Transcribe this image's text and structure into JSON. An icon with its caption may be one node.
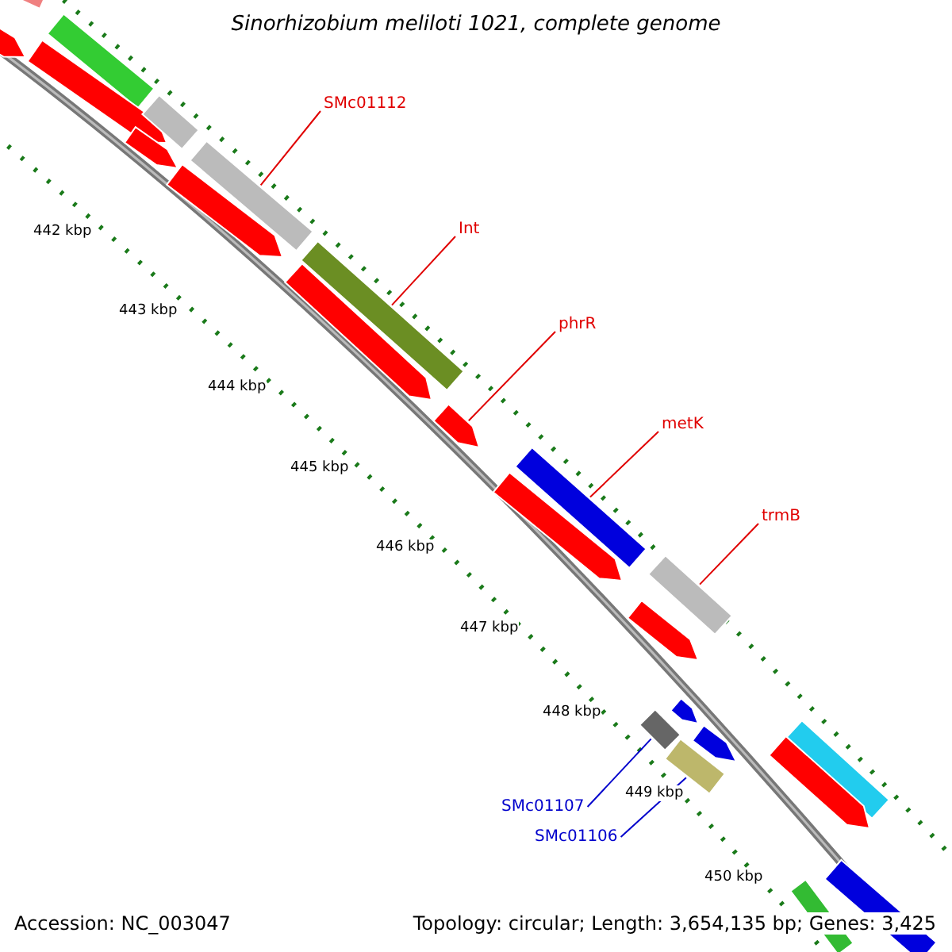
{
  "diagram": {
    "title": "Sinorhizobium meliloti 1021, complete genome",
    "nodes": [
      {
        "text": [
          "SMc01112"
        ]
      },
      {
        "text": [],
        "shape": "bar"
      },
      {
        "text": [
          "Int"
        ]
      },
      {
        "text": [],
        "shape": "bar"
      },
      {
        "text": [
          "phrR"
        ]
      },
      {
        "text": [],
        "shape": "bar"
      },
      {
        "text": [
          "metK"
        ]
      },
      {
        "text": [],
        "shape": "bar"
      },
      {
        "text": [
          "trmB"
        ]
      },
      {
        "text": [],
        "shape": "bar"
      },
      {
        "text": [
          "SMc01107"
        ]
      },
      {
        "text": [],
        "shape": "bar"
      },
      {
        "text": [
          "SMc01106"
        ]
      },
      {
        "text": [],
        "shape": "bar"
      },
      {
        "text": [],
        "shape": "bar"
      },
      {
        "text": [],
        "shape": "bar"
      },
      {
        "text": [],
        "shape": "bar"
      },
      {
        "text": [],
        "shape": "bar"
      },
      {
        "text": [],
        "shape": "bar"
      },
      {
        "text": [],
        "shape": "bar"
      },
      {
        "text": [],
        "shape": "bar"
      },
      {
        "text": [],
        "shape": "bar"
      },
      {
        "text": [],
        "shape": "bar"
      },
      {
        "text": [],
        "shape": "bar"
      },
      {
        "text": [],
        "shape": "bar"
      },
      {
        "text": [],
        "shape": "bar"
      },
      {
        "text": [],
        "shape": "bar"
      },
      {
        "text": [],
        "shape": "bar"
      },
      {
        "text": [],
        "shape": "bar"
      },
      {
        "text": [],
        "shape": "bar"
      }
    ],
    "edges": [
      {
        "from": 0,
        "to": 1,
        "arrow": "none"
      },
      {
        "from": 2,
        "to": 3,
        "arrow": "none"
      },
      {
        "from": 4,
        "to": 5,
        "arrow": "none"
      },
      {
        "from": 6,
        "to": 7,
        "arrow": "none"
      },
      {
        "from": 8,
        "to": 9,
        "arrow": "none"
      },
      {
        "from": 10,
        "to": 11,
        "arrow": "none",
        "color": "#0000cc"
      },
      {
        "from": 12,
        "to": 13,
        "arrow": "none",
        "color": "#0000cc"
      }
    ],
    "labels": [
      "442 kbp",
      "443 kbp",
      "444 kbp",
      "445 kbp",
      "446 kbp",
      "447 kbp",
      "448 kbp",
      "449 kbp",
      "450 kbp",
      "Accession: NC_003047",
      "Topology: circular; Length: 3,654,135 bp; Genes: 3,425"
    ]
  }
}
